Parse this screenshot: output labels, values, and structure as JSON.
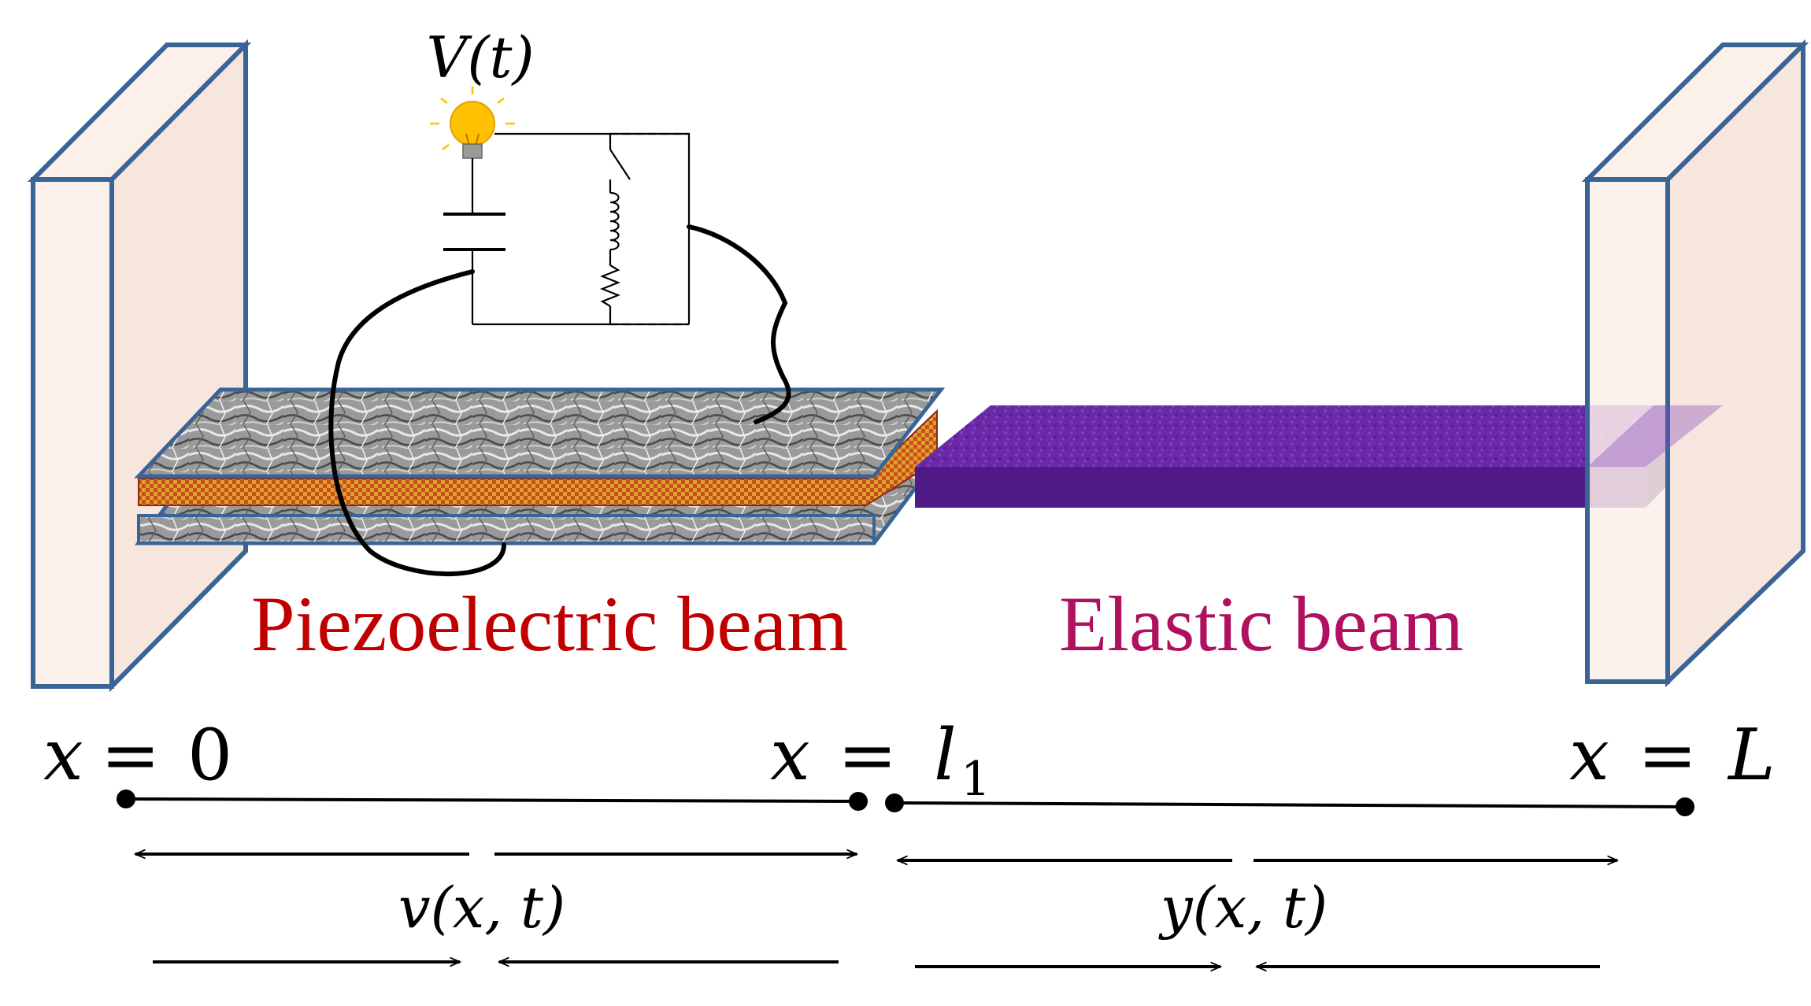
{
  "circuit": {
    "source_label": "V(t)",
    "lamp_icon": "light-bulb-icon",
    "components": [
      "capacitor",
      "switch",
      "inductor",
      "resistor"
    ]
  },
  "beams": {
    "piezo": {
      "label": "Piezoelectric beam",
      "color": "#c00000",
      "layer_color": "#d2461e",
      "plate_color": "#a9a9a9"
    },
    "elastic": {
      "label": "Elastic beam",
      "color": "#b0105e",
      "fill_color": "#6a2aa8"
    }
  },
  "wall_color": "#fcf0ea",
  "wall_edge_color": "#3b6496",
  "positions": {
    "start": {
      "var": "x",
      "eq": "=",
      "val": "0"
    },
    "joint": {
      "var": "x",
      "eq": "=",
      "val": "l",
      "sub": "1"
    },
    "end": {
      "var": "x",
      "eq": "=",
      "val": "L"
    }
  },
  "displacements": {
    "left": "v(x, t)",
    "right": "y(x, t)"
  }
}
